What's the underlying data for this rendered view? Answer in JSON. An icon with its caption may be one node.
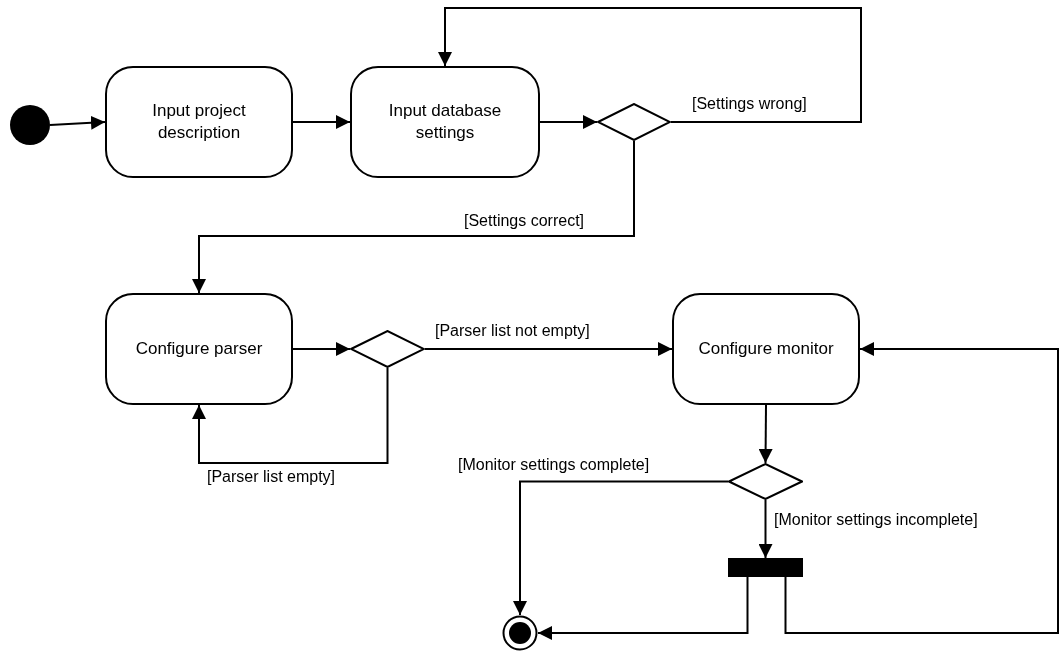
{
  "diagram": {
    "nodes": [
      {
        "text": [],
        "shape": "circle"
      },
      {
        "text": [
          "Input project description"
        ]
      },
      {
        "text": [
          "Input database settings"
        ]
      },
      {
        "text": [],
        "shape": "diamond"
      },
      {
        "text": [
          "Configure parser"
        ]
      },
      {
        "text": [],
        "shape": "diamond"
      },
      {
        "text": [
          "Configure monitor"
        ]
      },
      {
        "text": [],
        "shape": "diamond"
      },
      {
        "text": [],
        "shape": "bar"
      },
      {
        "text": [],
        "shape": "circle"
      }
    ],
    "edges": [
      {
        "from": 0,
        "to": 1,
        "arrow": "to"
      },
      {
        "from": 1,
        "to": 2,
        "arrow": "to"
      },
      {
        "from": 2,
        "to": 3,
        "arrow": "to"
      },
      {
        "from": 3,
        "to": 2,
        "arrow": "to",
        "label": "[Settings wrong]"
      },
      {
        "from": 3,
        "to": 4,
        "arrow": "to",
        "label": "[Settings correct]"
      },
      {
        "from": 4,
        "to": 5,
        "arrow": "to"
      },
      {
        "from": 5,
        "to": 6,
        "arrow": "to",
        "label": "[Parser list not empty]"
      },
      {
        "from": 5,
        "to": 4,
        "arrow": "to",
        "label": "[Parser list empty]"
      },
      {
        "from": 6,
        "to": 7,
        "arrow": "to"
      },
      {
        "from": 7,
        "to": 9,
        "arrow": "to",
        "label": "[Monitor settings complete]"
      },
      {
        "from": 7,
        "to": 8,
        "arrow": "to",
        "label": "[Monitor settings incomplete]"
      },
      {
        "from": 8,
        "to": 9,
        "arrow": "to"
      },
      {
        "from": 8,
        "to": 6,
        "arrow": "to"
      }
    ]
  }
}
